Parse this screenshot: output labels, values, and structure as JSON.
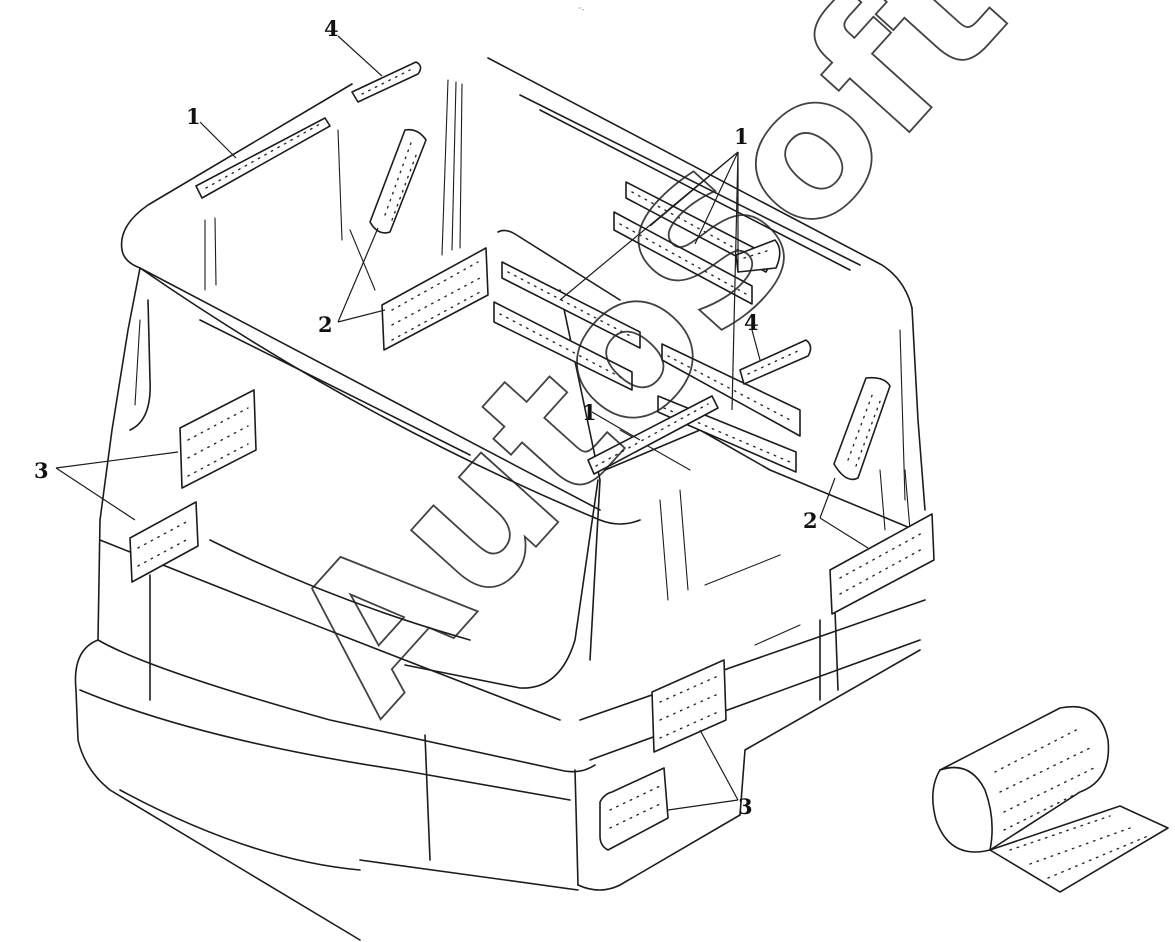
{
  "callouts": {
    "c1a": "1",
    "c1b": "1",
    "c1c": "1",
    "c2a": "2",
    "c2b": "2",
    "c3a": "3",
    "c3b": "3",
    "c4a": "4",
    "c4b": "4"
  },
  "watermark": "AutoSoft",
  "top_mark": "⁼‐"
}
